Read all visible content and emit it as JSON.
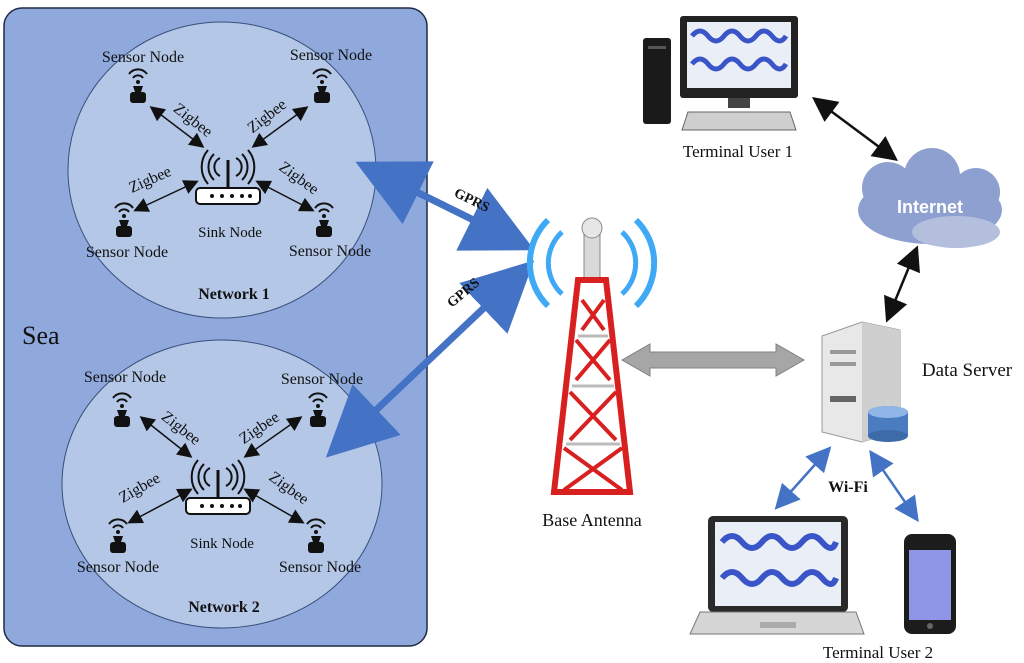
{
  "sea_label": "Sea",
  "network1": {
    "title": "Network 1",
    "sensor_tl": "Sensor Node",
    "sensor_tr": "Sensor Node",
    "sensor_bl": "Sensor Node",
    "sensor_br": "Sensor Node",
    "sink": "Sink Node",
    "zigbee_tl": "Zigbee",
    "zigbee_tr": "Zigbee",
    "zigbee_bl": "Zigbee",
    "zigbee_br": "Zigbee"
  },
  "network2": {
    "title": "Network 2",
    "sensor_tl": "Sensor Node",
    "sensor_tr": "Sensor Node",
    "sensor_bl": "Sensor Node",
    "sensor_br": "Sensor Node",
    "sink": "Sink Node",
    "zigbee_tl": "Zigbee",
    "zigbee_tr": "Zigbee",
    "zigbee_bl": "Zigbee",
    "zigbee_br": "Zigbee"
  },
  "link_gprs_1": "GPRS",
  "link_gprs_2": "GPRS",
  "base_antenna": "Base Antenna",
  "internet": "Internet",
  "terminal_user_1": "Terminal User 1",
  "data_server": "Data Server",
  "wifi": "Wi-Fi",
  "terminal_user_2": "Terminal User 2",
  "colors": {
    "sea": "#8fa9dc",
    "network_circle": "#b4c7e7",
    "gprs_arrow": "#4472c4",
    "tower_red": "#e02020",
    "cloud": "#8ea0cf"
  }
}
